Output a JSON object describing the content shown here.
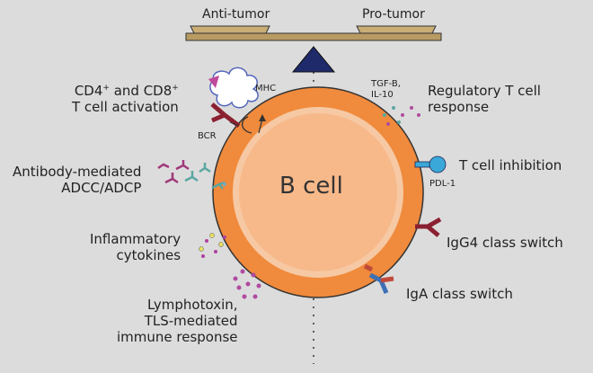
{
  "balance": {
    "left_label": "Anti-tumor",
    "right_label": "Pro-tumor"
  },
  "cell": {
    "label": "B cell"
  },
  "left_annotations": {
    "tcell_activation": {
      "part1": "CD4",
      "sup1": "+",
      "part2": " and CD8",
      "sup2": "+",
      "line2": "T cell activation"
    },
    "mhc": "MHC",
    "bcr": "BCR",
    "antibody": {
      "line1": "Antibody-mediated",
      "line2": "ADCC/ADCP"
    },
    "cytokines": {
      "line1": "Inflammatory",
      "line2": "cytokines"
    },
    "lymphotoxin": {
      "line1": "Lymphotoxin,",
      "line2": "TLS-mediated",
      "line3": "immune response"
    }
  },
  "right_annotations": {
    "tgf": {
      "line1": "TGF-B,",
      "line2": "IL-10"
    },
    "regulatory": {
      "line1": "Regulatory T cell",
      "line2": "response"
    },
    "inhibition": "T cell inhibition",
    "pdl1": "PDL-1",
    "igg4": "IgG4 class switch",
    "iga": "IgA class switch"
  },
  "colors": {
    "background": "#dcdcdc",
    "cell_outer": "#f08a3c",
    "cell_inner": "#f7b98a",
    "cell_ring": "#f6c9a4",
    "balance_tray": "#b89a63",
    "balance_fulcrum": "#1f2a6b",
    "antibody_red": "#8a2030",
    "antibody_teal": "#5aa6a2",
    "antibody_purple": "#a0387a",
    "pdl1_blue": "#3aa8d8",
    "iga_blue": "#3f6fb5"
  }
}
